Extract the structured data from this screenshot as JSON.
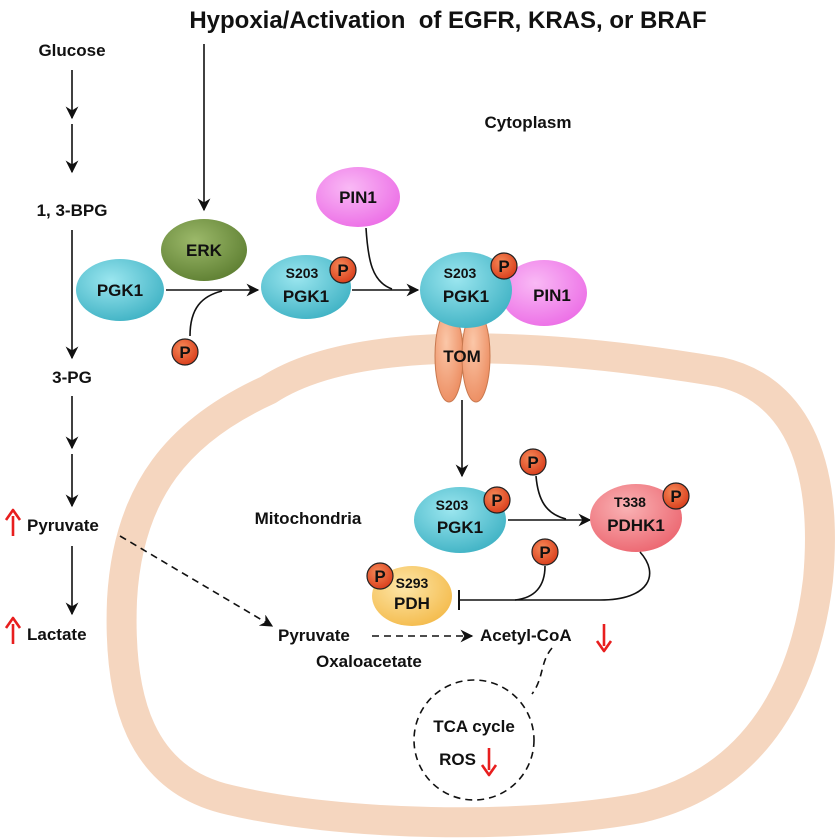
{
  "title": "Hypoxia/Activation  of EGFR, KRAS, or BRAF",
  "compartments": {
    "cytoplasm": "Cytoplasm",
    "mitochondria": "Mitochondria"
  },
  "metabolites": {
    "glucose": "Glucose",
    "bpg": "1, 3-BPG",
    "pg": "3-PG",
    "pyruvate": "Pyruvate",
    "lactate": "Lactate",
    "mito_pyruvate": "Pyruvate",
    "oxaloacetate": "Oxaloacetate",
    "acetyl_coa": "Acetyl-CoA",
    "tca_cycle": "TCA cycle",
    "ros": "ROS"
  },
  "proteins": {
    "erk": "ERK",
    "pgk1": "PGK1",
    "pin1": "PIN1",
    "tom": "TOM",
    "pdhk1": "PDHK1",
    "pdh": "PDH"
  },
  "sites": {
    "s203": "S203",
    "t338": "T338",
    "s293": "S293"
  },
  "phospho_label": "P",
  "colors": {
    "mito_membrane": "#f5d6bf",
    "pgk1": "#4bbfcf",
    "erk": "#6e8f3e",
    "pin1": "#f080ec",
    "tom": "#f0a078",
    "pdhk1": "#f07a80",
    "pdh": "#f8c860",
    "phospho": "#e8502a",
    "arrow_red": "#e81e1e"
  }
}
